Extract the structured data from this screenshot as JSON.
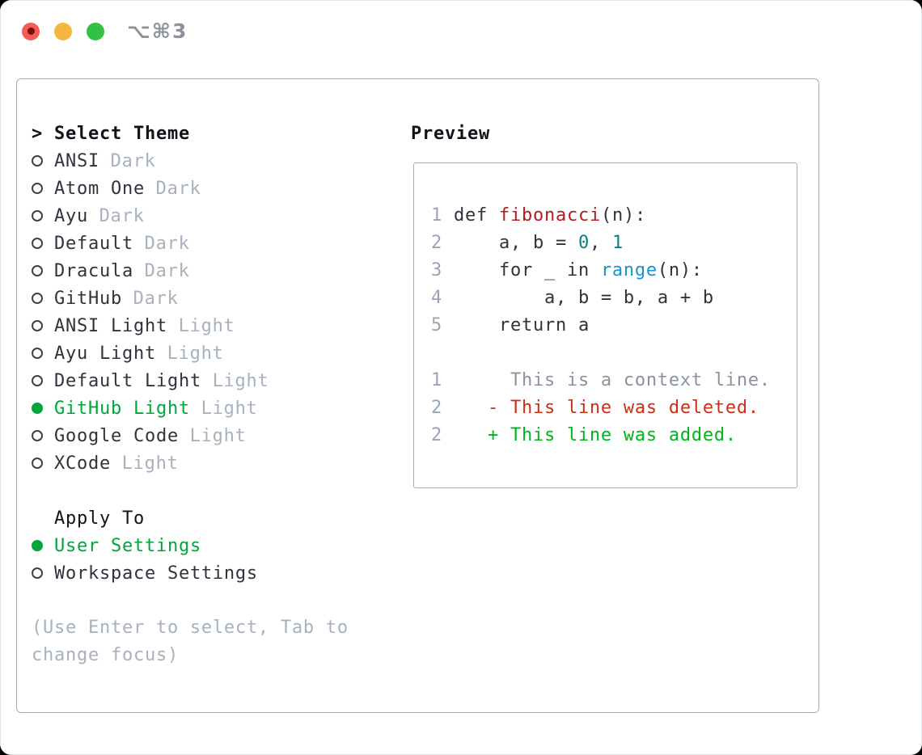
{
  "window": {
    "title": "⌥⌘3"
  },
  "colors": {
    "close_button": "#f45b52",
    "close_dot": "#7c0d06",
    "minimize_button": "#f6b73c",
    "zoom_button": "#32c144",
    "accent_green": "#00a53c",
    "added_green": "#00b41c",
    "deleted_red": "#d02d16",
    "function_red": "#b01e24",
    "number_teal": "#0c7f81",
    "call_blue": "#1495cf",
    "code_text": "#2e333c",
    "context_gray": "#8b939e",
    "line_number": "#9aa5b4",
    "muted_gray": "#a8b1be",
    "panel_border": "#a7aeb8",
    "header_black": "#101319",
    "title_gray": "#8c9299"
  },
  "theme_panel": {
    "cursor": ">",
    "select_header": "Select Theme",
    "themes": [
      {
        "name": "ANSI",
        "variant": "Dark",
        "selected": false
      },
      {
        "name": "Atom One",
        "variant": "Dark",
        "selected": false
      },
      {
        "name": "Ayu",
        "variant": "Dark",
        "selected": false
      },
      {
        "name": "Default",
        "variant": "Dark",
        "selected": false
      },
      {
        "name": "Dracula",
        "variant": "Dark",
        "selected": false
      },
      {
        "name": "GitHub",
        "variant": "Dark",
        "selected": false
      },
      {
        "name": "ANSI Light",
        "variant": "Light",
        "selected": false
      },
      {
        "name": "Ayu Light",
        "variant": "Light",
        "selected": false
      },
      {
        "name": "Default Light",
        "variant": "Light",
        "selected": false
      },
      {
        "name": "GitHub Light",
        "variant": "Light",
        "selected": true
      },
      {
        "name": "Google Code",
        "variant": "Light",
        "selected": false
      },
      {
        "name": "XCode",
        "variant": "Light",
        "selected": false
      }
    ],
    "apply_header": "Apply To",
    "apply_options": [
      {
        "label": "User Settings",
        "selected": true
      },
      {
        "label": "Workspace Settings",
        "selected": false
      }
    ],
    "hint": "(Use Enter to select, Tab to change focus)"
  },
  "preview": {
    "header": "Preview",
    "lines": [
      {
        "num": "",
        "segs": []
      },
      {
        "num": "1",
        "segs": [
          {
            "t": " def ",
            "c": "code"
          },
          {
            "t": "fibonacci",
            "c": "func"
          },
          {
            "t": "(n):",
            "c": "code"
          }
        ]
      },
      {
        "num": "2",
        "segs": [
          {
            "t": "     a, b = ",
            "c": "code"
          },
          {
            "t": "0",
            "c": "num"
          },
          {
            "t": ", ",
            "c": "code"
          },
          {
            "t": "1",
            "c": "num"
          }
        ]
      },
      {
        "num": "3",
        "segs": [
          {
            "t": "     for _ in ",
            "c": "code"
          },
          {
            "t": "range",
            "c": "call"
          },
          {
            "t": "(n):",
            "c": "code"
          }
        ]
      },
      {
        "num": "4",
        "segs": [
          {
            "t": "         a, b = b, a + b",
            "c": "code"
          }
        ]
      },
      {
        "num": "5",
        "segs": [
          {
            "t": "     return a",
            "c": "code"
          }
        ]
      },
      {
        "num": "",
        "segs": []
      },
      {
        "num": "1",
        "segs": [
          {
            "t": "      This is a context line.",
            "c": "ctx"
          }
        ]
      },
      {
        "num": "2",
        "segs": [
          {
            "t": "    - This line was deleted.",
            "c": "del"
          }
        ]
      },
      {
        "num": "2",
        "segs": [
          {
            "t": "    + This line was added.",
            "c": "add"
          }
        ]
      }
    ]
  }
}
